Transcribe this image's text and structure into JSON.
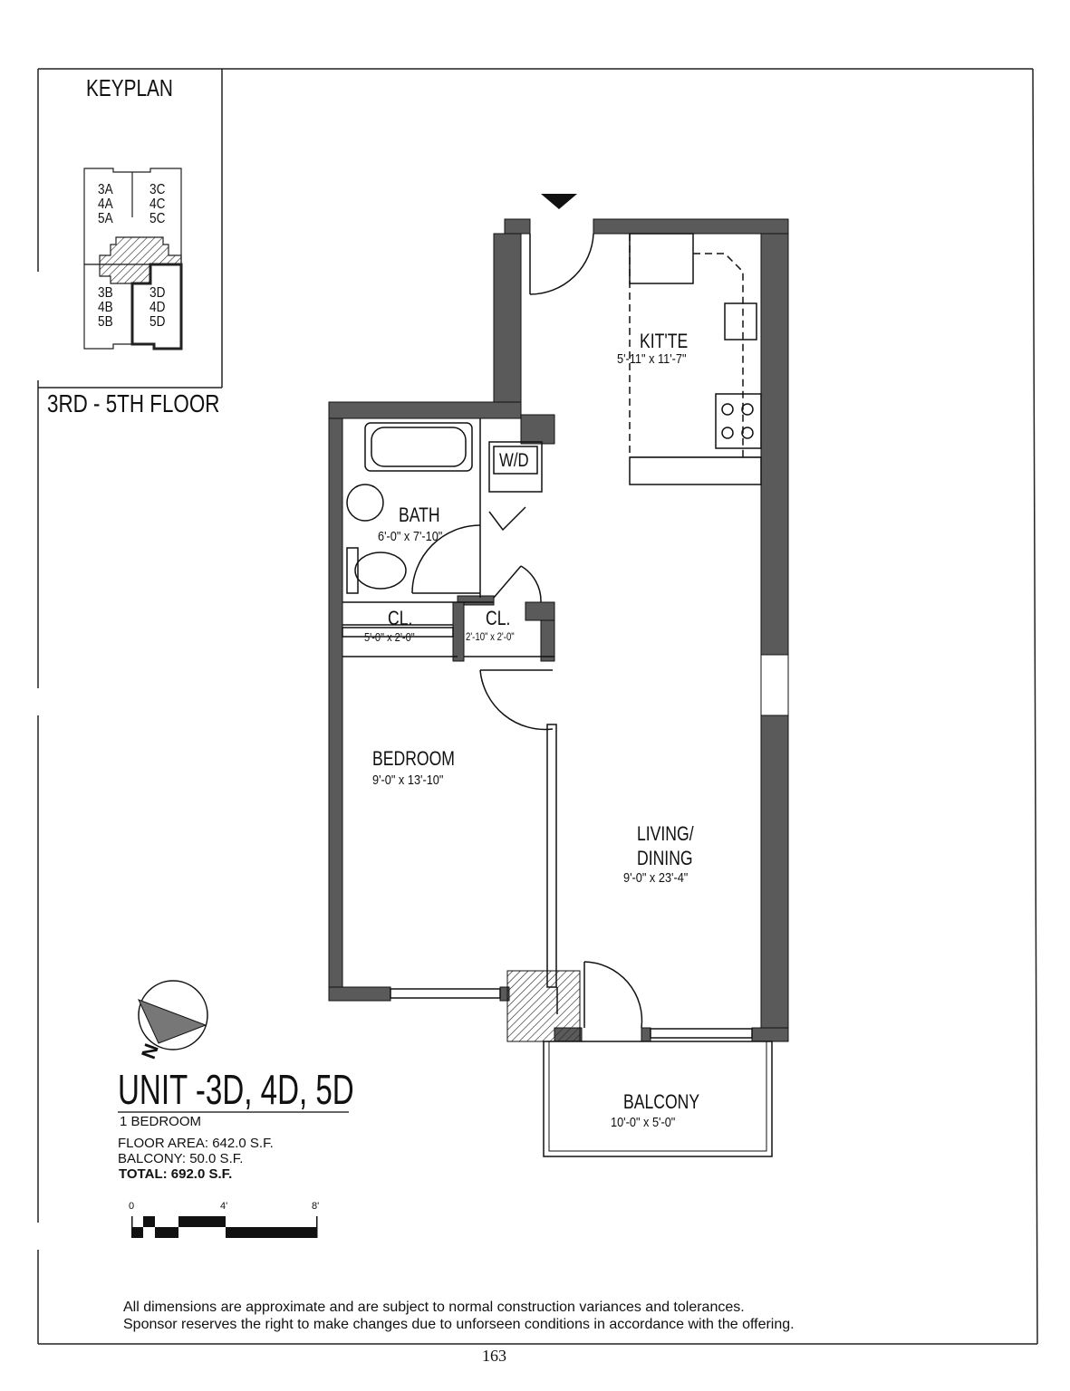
{
  "keyplan": {
    "title": "KEYPLAN",
    "floor_label": "3RD - 5TH FLOOR",
    "units": [
      {
        "label": "3A\n4A\n5A"
      },
      {
        "label": "3C\n4C\n5C"
      },
      {
        "label": "3B\n4B\n5B"
      },
      {
        "label": "3D\n4D\n5D",
        "highlighted": true
      }
    ]
  },
  "rooms": {
    "kitchen": {
      "name": "KIT'TE",
      "dims": "5'-11\" x 11'-7\""
    },
    "washer_dryer": {
      "name": "W/D"
    },
    "bath": {
      "name": "BATH",
      "dims": "6'-0\" x 7'-10\""
    },
    "closet1": {
      "name": "CL.",
      "dims": "5'-0\" x 2'-0\""
    },
    "closet2": {
      "name": "CL.",
      "dims": "2'-10\" x 2'-0\""
    },
    "bedroom": {
      "name": "BEDROOM",
      "dims": "9'-0\" x 13'-10\""
    },
    "living": {
      "name": "LIVING/\nDINING",
      "dims": "9'-0\" x 23'-4\""
    },
    "balcony": {
      "name": "BALCONY",
      "dims": "10'-0\" x 5'-0\""
    }
  },
  "compass": {
    "label": "N",
    "icon": "north-arrow-icon"
  },
  "entry_icon": "entry-triangle-icon",
  "unit": {
    "title": "UNIT -3D, 4D, 5D",
    "type": "1 BEDROOM",
    "floor_area": "FLOOR AREA: 642.0 S.F.",
    "balcony_area": "BALCONY: 50.0 S.F.",
    "total": "TOTAL: 692.0 S.F."
  },
  "scale": {
    "ticks": [
      "0",
      "4'",
      "8'"
    ]
  },
  "disclaimer": {
    "line1": "All dimensions are approximate and are subject to normal construction variances and tolerances.",
    "line2": "Sponsor reserves the right to make changes due to unforseen conditions in accordance with the offering."
  },
  "page_number": "163",
  "colors": {
    "wall": "#5a5a5a",
    "line": "#111111"
  }
}
